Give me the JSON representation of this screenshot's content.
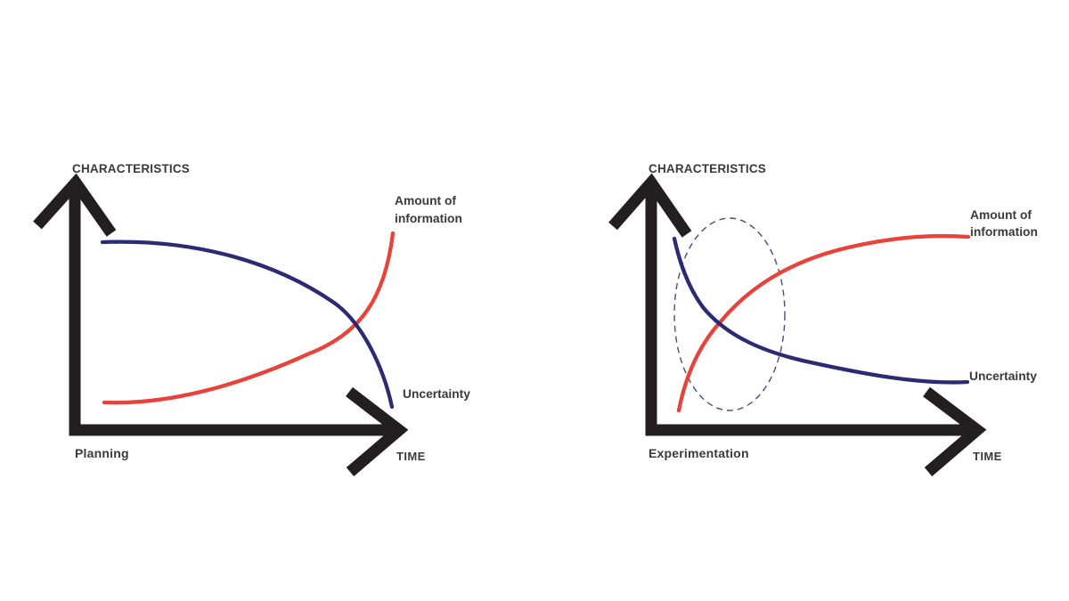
{
  "colors": {
    "background": "#ffffff",
    "axis_black": "#231f20",
    "info_red": "#e8423a",
    "uncertainty_navy": "#2c2a72",
    "text_dark": "#3a3a3c"
  },
  "diagrams": [
    {
      "phase_label": "Planning",
      "y_axis_label": "CHARACTERISTICS",
      "x_axis_label": "TIME",
      "curves": [
        {
          "name": "Amount of information",
          "label_line1": "Amount of",
          "label_line2": "information",
          "color": "#e8423a",
          "trend": "starts low and nearly flat, rises sharply near the end of the time axis"
        },
        {
          "name": "Uncertainty",
          "label": "Uncertainty",
          "color": "#2c2a72",
          "trend": "starts high and nearly flat, drops sharply near the end of the time axis"
        }
      ],
      "crossover": "late, toward the right side of the chart",
      "annotation": ""
    },
    {
      "phase_label": "Experimentation",
      "y_axis_label": "CHARACTERISTICS",
      "x_axis_label": "TIME",
      "curves": [
        {
          "name": "Amount of information",
          "label_line1": "Amount of",
          "label_line2": "information",
          "color": "#e8423a",
          "trend": "rises sharply at the start, then flattens to a plateau"
        },
        {
          "name": "Uncertainty",
          "label": "Uncertainty",
          "color": "#2c2a72",
          "trend": "drops sharply at the start, then flattens to a plateau"
        }
      ],
      "crossover": "early, near the left side of the chart",
      "annotation": "dashed ellipse highlighting the early crossover region"
    }
  ]
}
